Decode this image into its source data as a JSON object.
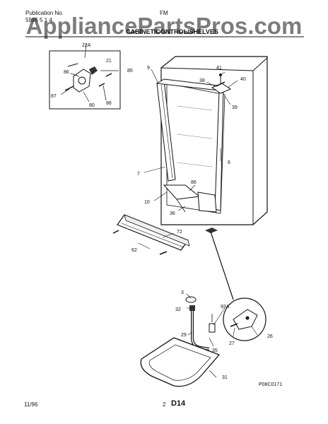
{
  "header": {
    "publication_label": "Publication No.",
    "publication_number": "5995 5  1 4",
    "model_code": "FM",
    "section_title": "CABINET/CONTROL/SHELVES"
  },
  "watermark": "AppliancePartsPros.com",
  "callouts": {
    "c22a": "22A",
    "c21": "21",
    "c86a": "86",
    "c85": "85",
    "c87": "87",
    "c80": "80",
    "c86b": "86",
    "c9": "9",
    "c41": "41",
    "c38": "38",
    "c40": "40",
    "c39": "39",
    "c6": "6",
    "c7": "7",
    "c86c": "86",
    "c10": "10",
    "c36": "36",
    "c72": "72",
    "c62": "62",
    "c3": "3",
    "c32": "32",
    "c93a": "93A",
    "c29": "29",
    "c35": "35",
    "c26": "26",
    "c27": "27",
    "c31": "31"
  },
  "figure_code": "P08C0171",
  "footer": {
    "date": "11/96",
    "page_number": "2",
    "section_code": "D14"
  }
}
